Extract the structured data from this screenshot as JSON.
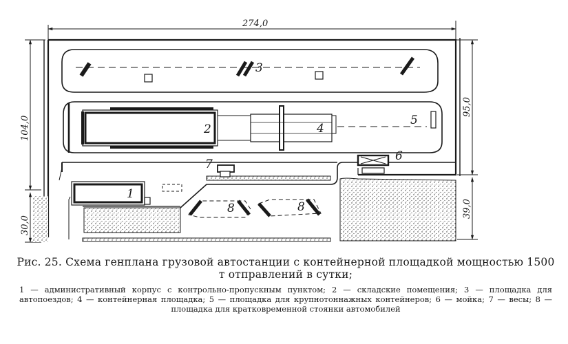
{
  "dimensions": {
    "total_length": "274,0",
    "left_height": "104,0",
    "right_height": "95,0",
    "left_bottom": "30,0",
    "right_bottom": "39,0"
  },
  "labels": {
    "l1": "1",
    "l2": "2",
    "l3": "3",
    "l4": "4",
    "l5": "5",
    "l6": "6",
    "l7": "7",
    "l8a": "8",
    "l8b": "8"
  },
  "caption": {
    "title": "Рис. 25. Схема генплана грузовой автостанции с контейнерной площадкой мощностью 1500 т отправлений в сутки;",
    "legend": "1 — административный корпус с контрольно-пропускным пунктом; 2 — складские помещения; 3 — площадка для автопоездов; 4 — контейнерная площадка; 5 — площадка для крупнотоннажных контейнеров; 6 — мойка; 7 — весы; 8 — площадка для кратковременной стоянки автомобилей"
  }
}
